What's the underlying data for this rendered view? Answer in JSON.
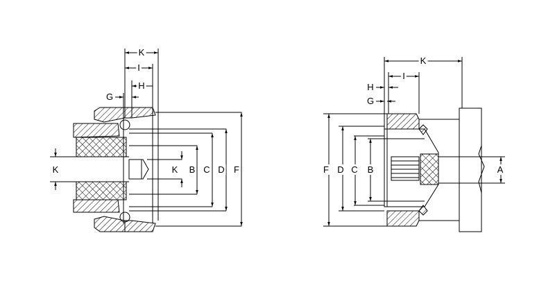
{
  "left_view": {
    "dims": {
      "K_top": "K",
      "I": "I",
      "H": "H",
      "G": "G",
      "K_left": "K",
      "K_inner": "K",
      "B": "B",
      "C": "C",
      "D": "D",
      "F": "F"
    }
  },
  "right_view": {
    "dims": {
      "K_top": "K",
      "I": "I",
      "H": "H",
      "G": "G",
      "F": "F",
      "D": "D",
      "C": "C",
      "B": "B",
      "A": "A"
    }
  },
  "colors": {
    "line": "#000000",
    "background": "#ffffff"
  }
}
